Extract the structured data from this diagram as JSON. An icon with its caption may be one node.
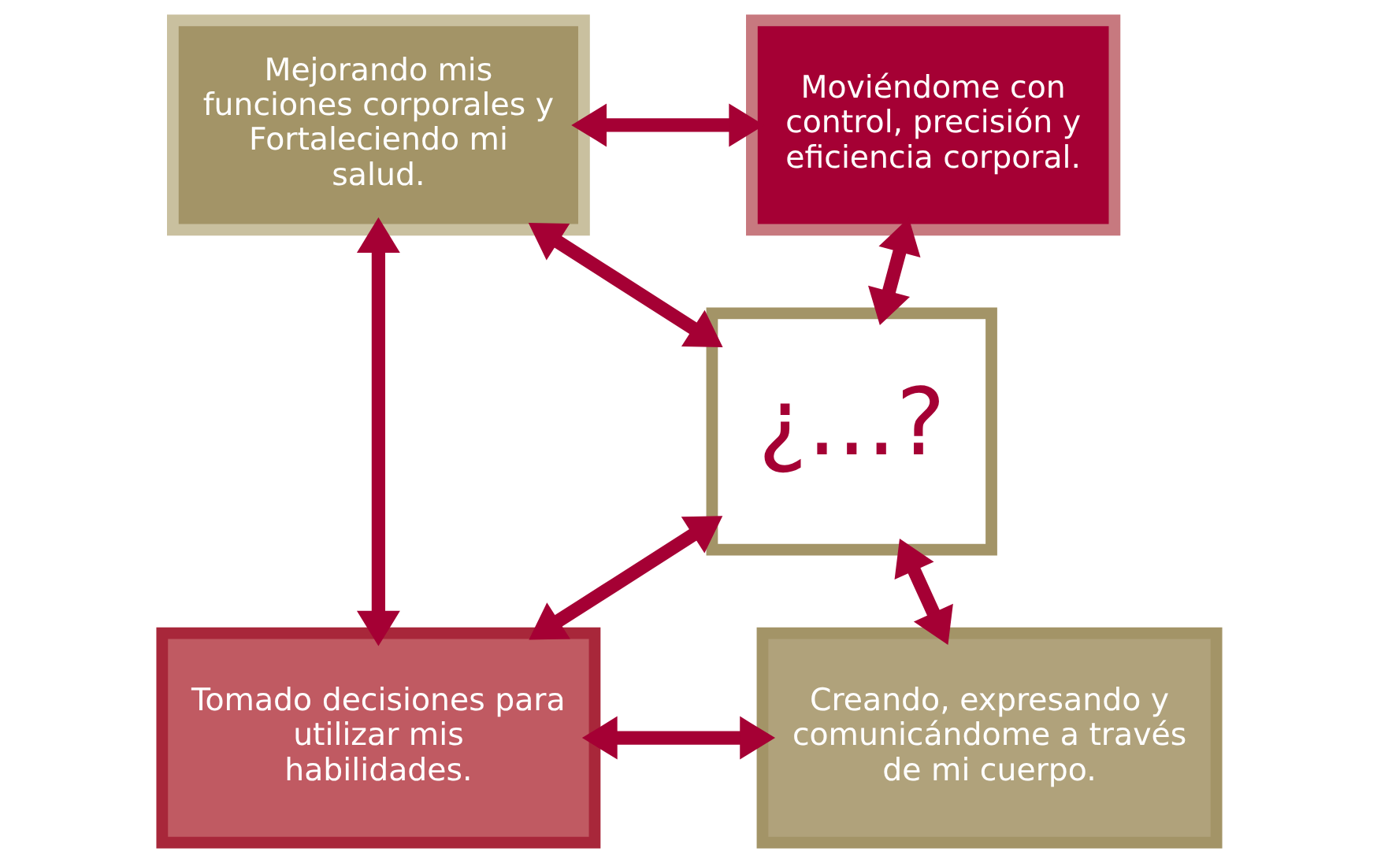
{
  "diagram": {
    "nodes": [
      {
        "text": [
          "Mejorando mis funciones corporales y Fortaleciendo mi salud."
        ]
      },
      {
        "text": [
          "Moviéndome con control, precisión y eficiencia corporal."
        ]
      },
      {
        "text": [
          "¿...?"
        ]
      },
      {
        "text": [
          "Tomado decisiones para utilizar mis habilidades."
        ]
      },
      {
        "text": [
          "Creando, expresando y comunicándome a través de mi cuerpo."
        ]
      }
    ],
    "edges": [
      {
        "from": 0,
        "to": 1,
        "arrow": "both"
      },
      {
        "from": 0,
        "to": 2,
        "arrow": "both"
      },
      {
        "from": 1,
        "to": 2,
        "arrow": "both"
      },
      {
        "from": 0,
        "to": 3,
        "arrow": "both"
      },
      {
        "from": 3,
        "to": 2,
        "arrow": "both"
      },
      {
        "from": 4,
        "to": 2,
        "arrow": "both"
      },
      {
        "from": 3,
        "to": 4,
        "arrow": "both"
      }
    ]
  }
}
